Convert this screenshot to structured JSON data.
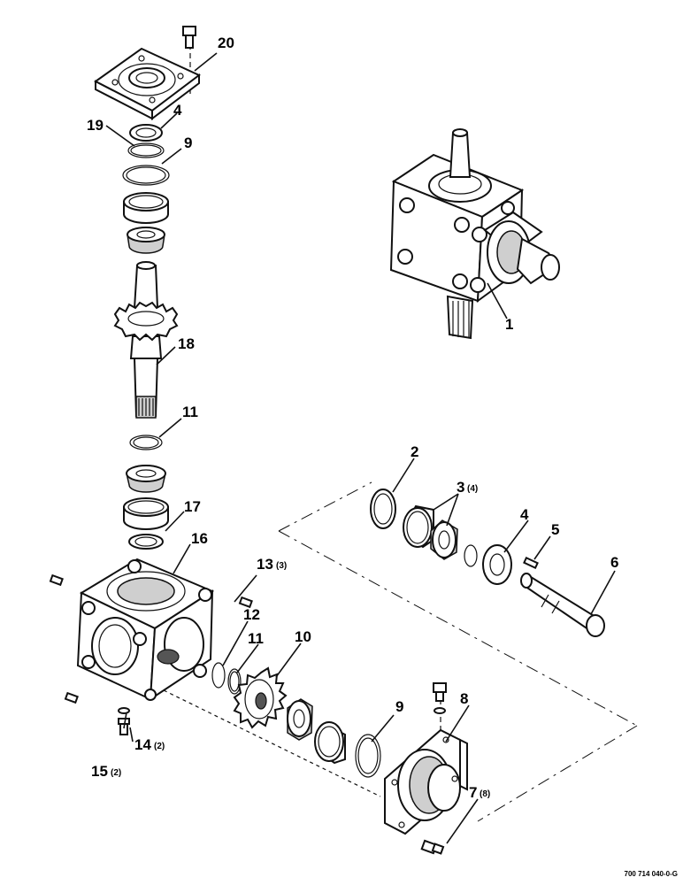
{
  "drawing_number": "700 714 040-0-G",
  "callouts": [
    {
      "number": "20",
      "qty": ""
    },
    {
      "number": "4",
      "qty": ""
    },
    {
      "number": "19",
      "qty": ""
    },
    {
      "number": "9",
      "qty": ""
    },
    {
      "number": "1",
      "qty": ""
    },
    {
      "number": "18",
      "qty": ""
    },
    {
      "number": "11",
      "qty": ""
    },
    {
      "number": "2",
      "qty": ""
    },
    {
      "number": "3",
      "qty": "(4)"
    },
    {
      "number": "17",
      "qty": ""
    },
    {
      "number": "4",
      "qty": ""
    },
    {
      "number": "5",
      "qty": ""
    },
    {
      "number": "16",
      "qty": ""
    },
    {
      "number": "13",
      "qty": "(3)"
    },
    {
      "number": "6",
      "qty": ""
    },
    {
      "number": "12",
      "qty": ""
    },
    {
      "number": "11",
      "qty": ""
    },
    {
      "number": "10",
      "qty": ""
    },
    {
      "number": "9",
      "qty": ""
    },
    {
      "number": "8",
      "qty": ""
    },
    {
      "number": "14",
      "qty": "(2)"
    },
    {
      "number": "15",
      "qty": "(2)"
    },
    {
      "number": "7",
      "qty": "(8)"
    }
  ]
}
